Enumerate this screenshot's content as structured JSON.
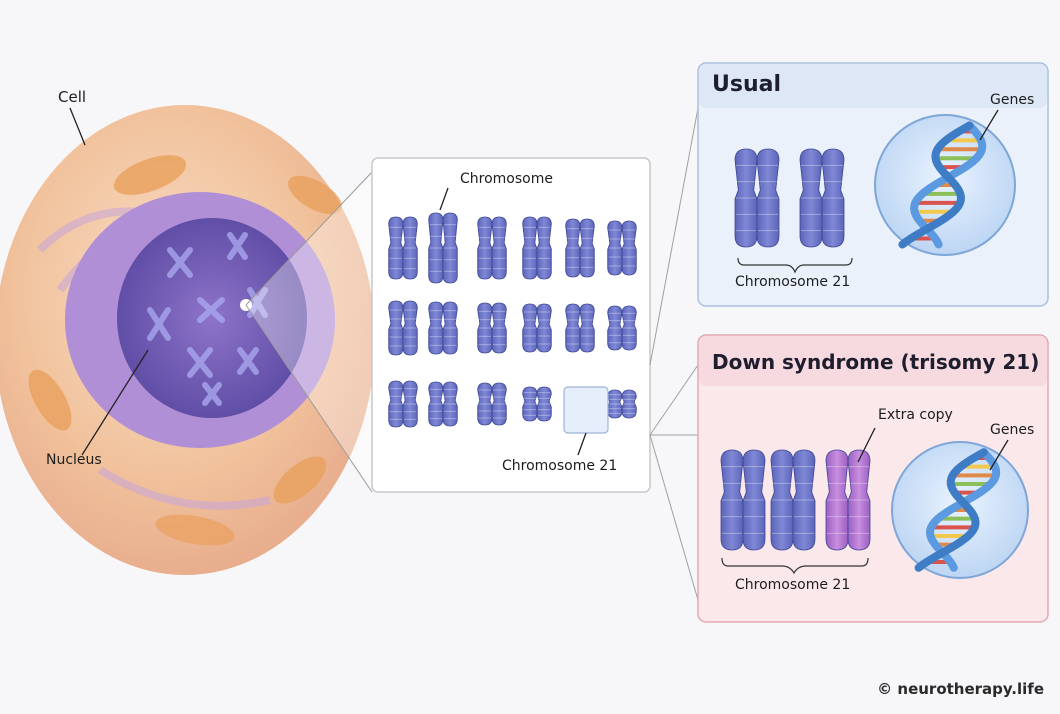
{
  "labels": {
    "cell": "Cell",
    "nucleus": "Nucleus",
    "chromosome": "Chromosome",
    "karyotype_chromosome_21": "Chromosome 21"
  },
  "usual_panel": {
    "title": "Usual",
    "genes_label": "Genes",
    "chromosome_label": "Chromosome 21"
  },
  "down_panel": {
    "title": "Down syndrome (trisomy 21)",
    "extra_copy_label": "Extra copy",
    "genes_label": "Genes",
    "chromosome_label": "Chromosome 21"
  },
  "watermark": "© neurotherapy.life",
  "colors": {
    "chromosome": "#6f78c9",
    "extra_chromosome": "#b97ad0",
    "cell": "#f2c7a0",
    "nucleus": "#7b62b8",
    "usual_panel_bg": "#e9f0fb",
    "down_panel_bg": "#fbe7ea",
    "dna_blue": "#4f8fd6"
  }
}
